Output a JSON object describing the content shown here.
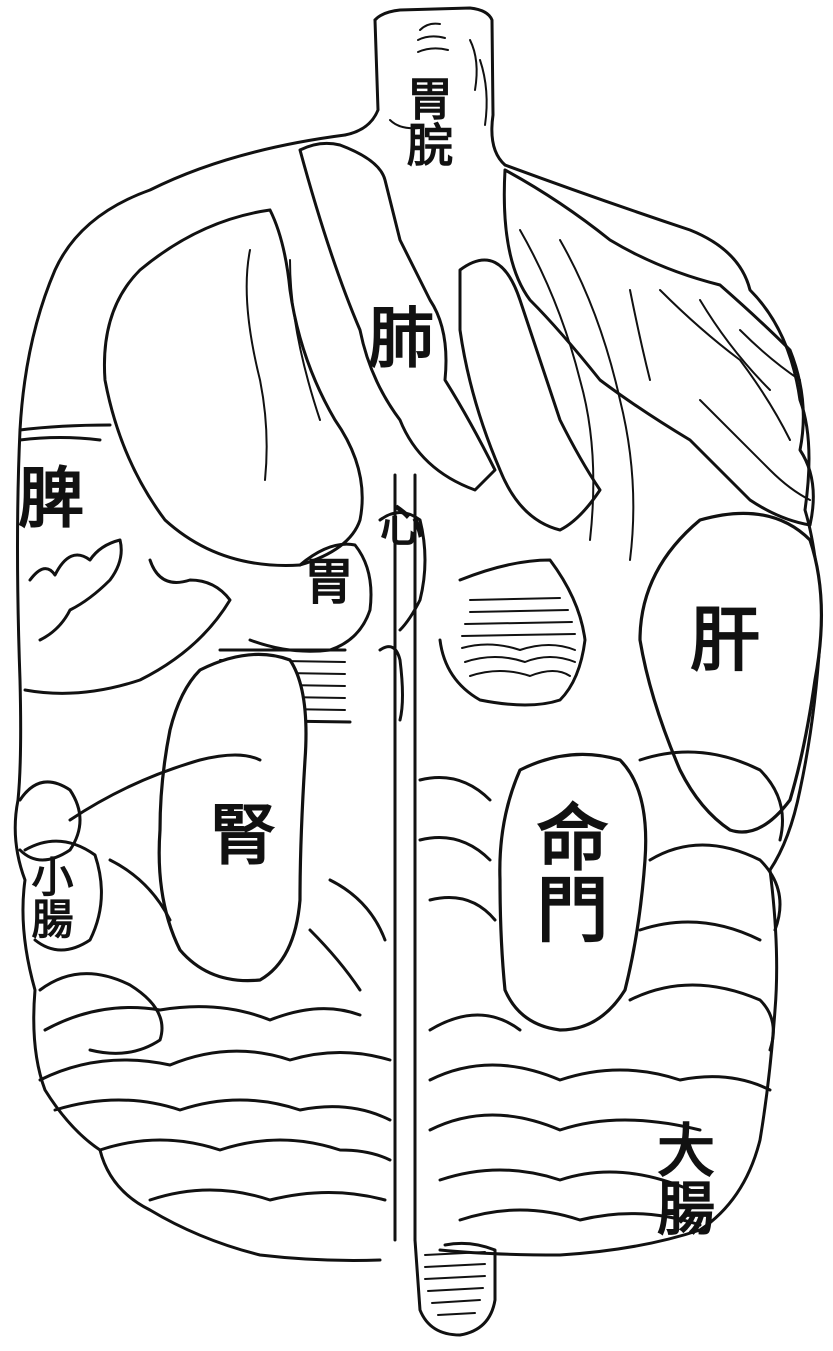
{
  "figure": {
    "background": "#ffffff",
    "ink_color": "#111111"
  },
  "labels": {
    "weiwan": "胃脘",
    "fei": "肺",
    "xin": "心",
    "pi": "脾",
    "wei": "胃",
    "gan": "肝",
    "shen": "腎",
    "mingmen": "命門",
    "xiaochang": "小腸",
    "dachang": "大腸"
  }
}
